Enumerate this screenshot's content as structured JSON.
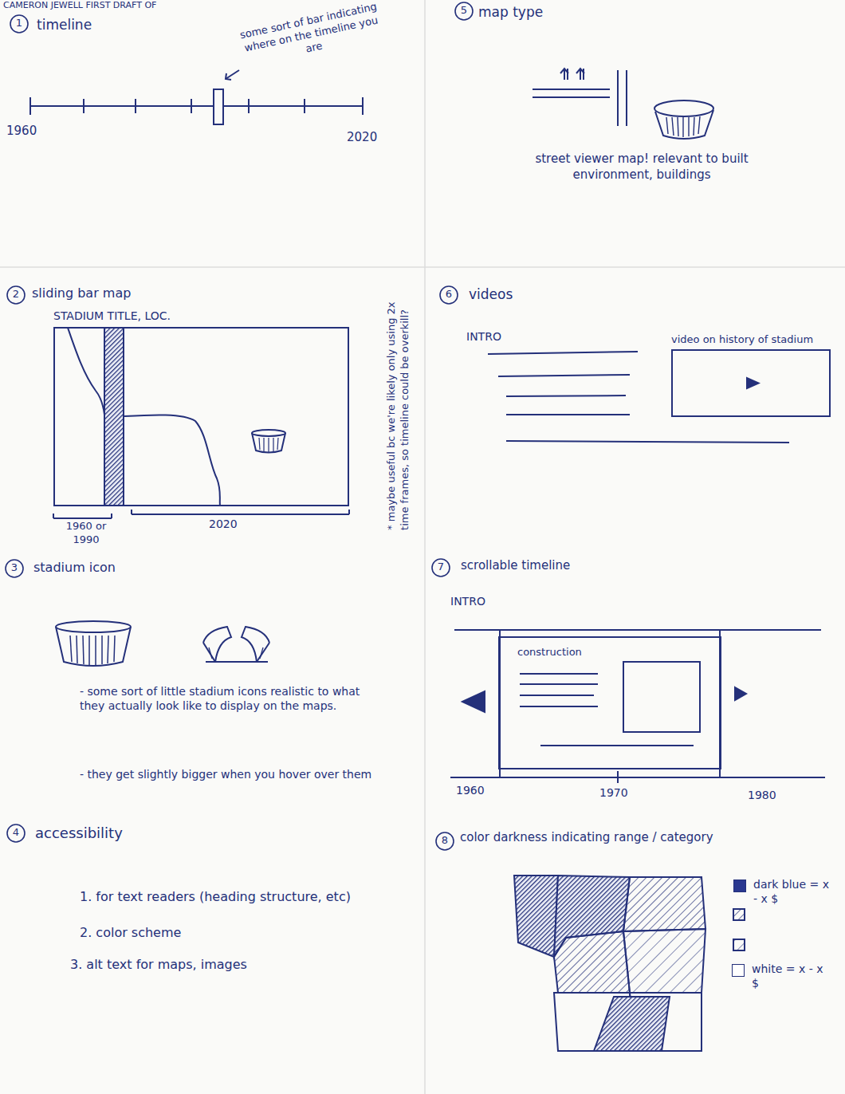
{
  "diagram": {
    "nodes": [
      {
        "text": [
          "STADIUM TITLE, LOC."
        ]
      },
      {
        "text": [
          "video on history of stadium"
        ]
      },
      {
        "text": [
          "construction"
        ]
      }
    ],
    "labels": [
      "CAMERON JEWELL FIRST DRAFT OF",
      "1",
      "timeline",
      "some sort of bar indicating where on the timeline you are",
      "1960",
      "2020",
      "5",
      "map type",
      "street viewer map! relevant to built environment, buildings",
      "2",
      "sliding bar map",
      "1960 or 1990",
      "2020",
      "* maybe useful bc we're likely only using 2x time frames, so timeline could be overkill?",
      "6",
      "videos",
      "INTRO",
      "3",
      "stadium icon",
      "- some sort of little stadium icons realistic to what they actually look like to display on the maps.",
      "- they get slightly bigger when you hover over them",
      "7",
      "scrollable timeline",
      "INTRO",
      "1960",
      "1970",
      "1980",
      "4",
      "accessibility",
      "1. for text readers (heading structure, etc)",
      "2. color scheme",
      "3. alt text for maps, images",
      "8",
      "color darkness indicating range / category"
    ],
    "legend": [
      {
        "text": "dark blue = x - x $",
        "color": "#2a3890"
      },
      {
        "text": "white = x - x $",
        "color": "#ffffff"
      }
    ]
  }
}
